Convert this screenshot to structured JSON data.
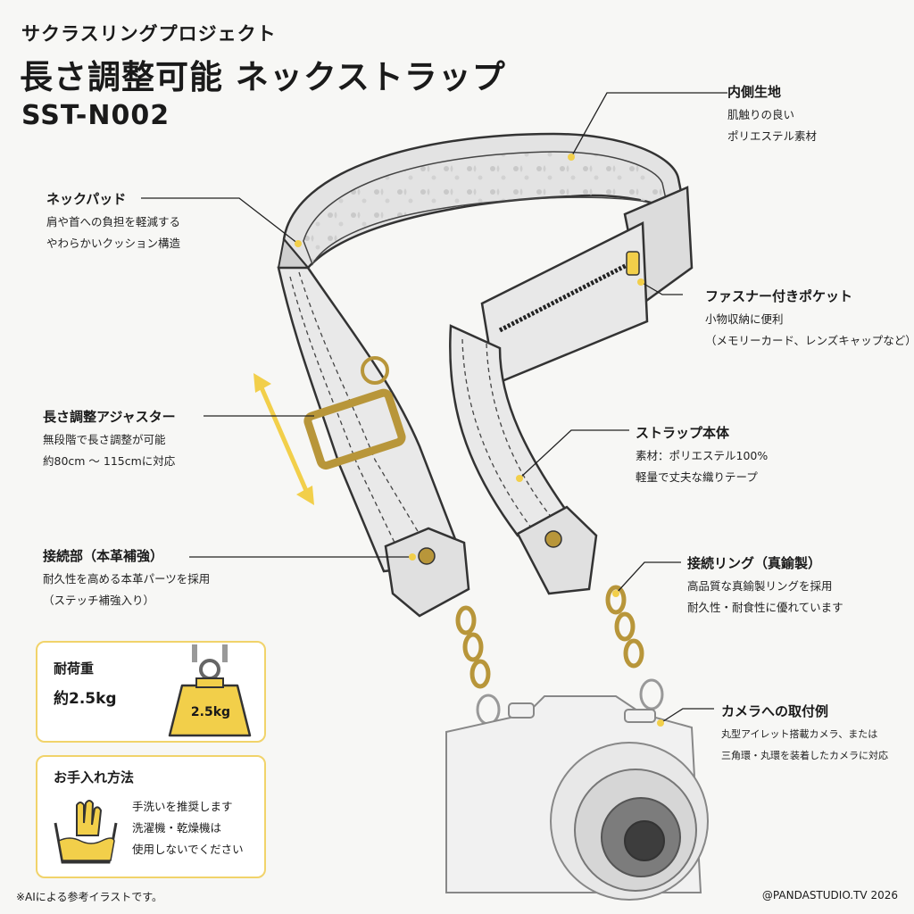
{
  "header": {
    "kicker": "サクラスリングプロジェクト",
    "title": "長さ調整可能 ネックストラップ",
    "model": "SST-N002"
  },
  "callouts": {
    "lining": {
      "title": "内側生地",
      "lines": [
        "肌触りの良い",
        "ポリエステル素材"
      ]
    },
    "neck_pad": {
      "title": "ネックパッド",
      "lines": [
        "肩や首への負担を軽減する",
        "やわらかいクッション構造"
      ]
    },
    "pocket": {
      "title": "ファスナー付きポケット",
      "lines": [
        "小物収納に便利",
        "（メモリーカード、レンズキャップなど）"
      ]
    },
    "adjuster": {
      "title": "長さ調整アジャスター",
      "lines": [
        "無段階で長さ調整が可能",
        "約80cm 〜 115cmに対応"
      ]
    },
    "body": {
      "title": "ストラップ本体",
      "lines": [
        "素材：ポリエステル100%",
        "軽量で丈夫な織りテープ"
      ]
    },
    "joint": {
      "title": "接続部（本革補強）",
      "lines": [
        "耐久性を高める本革パーツを採用",
        "（ステッチ補強入り）"
      ]
    },
    "ring": {
      "title": "接続リング（真鍮製）",
      "lines": [
        "高品質な真鍮製リングを採用",
        "耐久性・耐食性に優れています"
      ]
    },
    "camera": {
      "title": "カメラへの取付例",
      "lines": [
        "丸型アイレット搭載カメラ、または",
        "三角環・丸環を装着したカメラに対応"
      ]
    }
  },
  "load_card": {
    "title": "耐荷重",
    "value": "約2.5kg",
    "weight_label": "2.5kg"
  },
  "care_card": {
    "title": "お手入れ方法",
    "lines": [
      "手洗いを推奨します",
      "洗濯機・乾燥機は",
      "使用しないでください"
    ]
  },
  "footer": {
    "note": "※AIによる参考イラストです。",
    "credit": "@PANDASTUDIO.TV 2026"
  },
  "colors": {
    "accent": "#f2cf4a",
    "card_border": "#f1d36a",
    "brass": "#b8963a",
    "line": "#222222"
  },
  "icons": [
    "weight-icon",
    "hand-wash-icon",
    "double-arrow-icon"
  ]
}
